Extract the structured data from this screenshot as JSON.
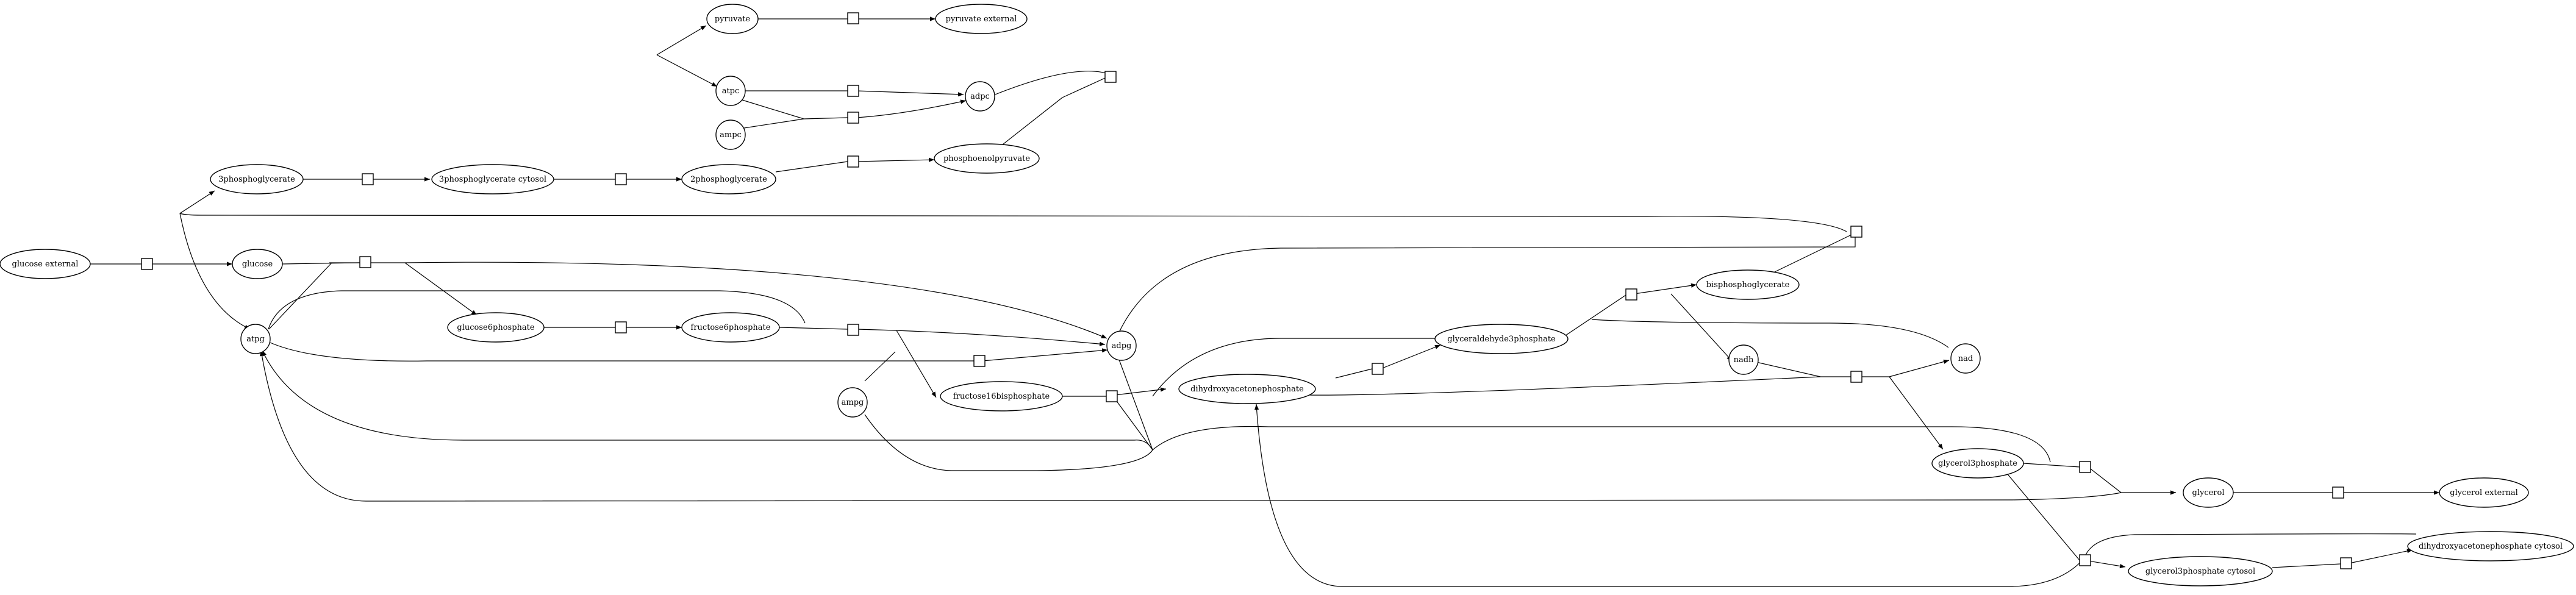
{
  "diagram": {
    "nodes": [
      {
        "id": "pyruvate",
        "label": "pyruvate"
      },
      {
        "id": "pyruvate_ext",
        "label": "pyruvate external"
      },
      {
        "id": "atpc",
        "label": "atpc"
      },
      {
        "id": "adpc",
        "label": "adpc"
      },
      {
        "id": "ampc",
        "label": "ampc"
      },
      {
        "id": "pg3",
        "label": "3phosphoglycerate"
      },
      {
        "id": "pg3c",
        "label": "3phosphoglycerate cytosol"
      },
      {
        "id": "pg2",
        "label": "2phosphoglycerate"
      },
      {
        "id": "pep",
        "label": "phosphoenolpyruvate"
      },
      {
        "id": "glc_ext",
        "label": "glucose external"
      },
      {
        "id": "glc",
        "label": "glucose"
      },
      {
        "id": "atpg",
        "label": "atpg"
      },
      {
        "id": "g6p",
        "label": "glucose6phosphate"
      },
      {
        "id": "f6p",
        "label": "fructose6phosphate"
      },
      {
        "id": "adpg",
        "label": "adpg"
      },
      {
        "id": "ampg",
        "label": "ampg"
      },
      {
        "id": "fbp",
        "label": "fructose16bisphosphate"
      },
      {
        "id": "dhap",
        "label": "dihydroxyacetonephosphate"
      },
      {
        "id": "gap",
        "label": "glyceraldehyde3phosphate"
      },
      {
        "id": "bpg",
        "label": "bisphosphoglycerate"
      },
      {
        "id": "nadh",
        "label": "nadh"
      },
      {
        "id": "nad",
        "label": "nad"
      },
      {
        "id": "g3p",
        "label": "glycerol3phosphate"
      },
      {
        "id": "glycerol",
        "label": "glycerol"
      },
      {
        "id": "glycerol_ext",
        "label": "glycerol external"
      },
      {
        "id": "dhapc",
        "label": "dihydroxyacetonephosphate cytosol"
      },
      {
        "id": "g3pc",
        "label": "glycerol3phosphate cytosol"
      }
    ],
    "reactions": [
      "r_pyr_transport",
      "r_pk1",
      "r_pk2",
      "r_adk",
      "r_pgk_c",
      "r_pg3_transport",
      "r_eno",
      "r_pk_top",
      "r_glc_transport",
      "r_hk",
      "r_pgk_g",
      "r_pgi",
      "r_atpase",
      "r_pfk",
      "r_ald",
      "r_tpi",
      "r_gapdh",
      "r_gdh",
      "r_g3p_transport",
      "r_gk",
      "r_glycerol_transport",
      "r_g3p_shuttle",
      "r_dhap_transport"
    ]
  }
}
